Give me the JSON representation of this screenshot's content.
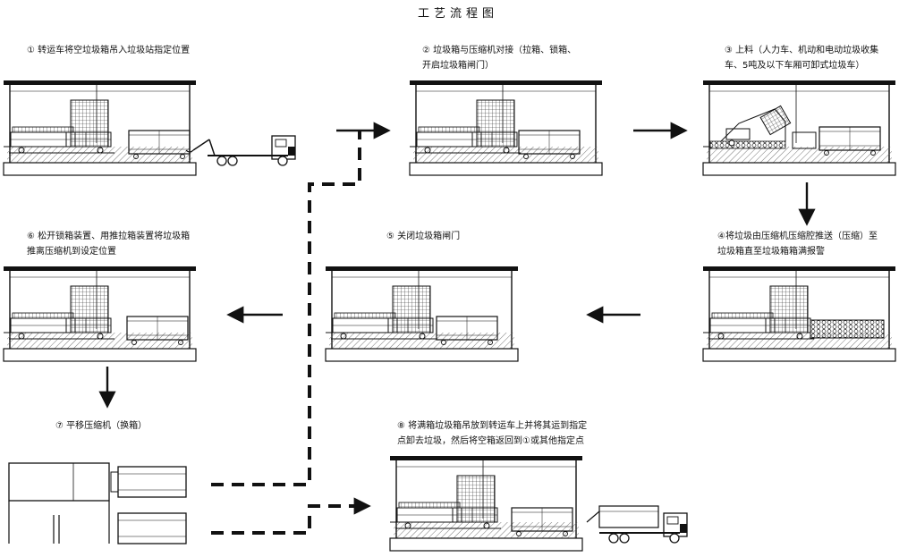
{
  "title": "工艺流程图",
  "steps": [
    {
      "label": "① 转运车将空垃圾箱吊入垃圾站指定位置"
    },
    {
      "label": "② 垃圾箱与压缩机对接（拉箱、锁箱、\n开启垃圾箱闸门）"
    },
    {
      "label": "③ 上料（人力车、机动和电动垃圾收集\n车、5吨及以下车厢可卸式垃圾车）"
    },
    {
      "label": "④将垃圾由压缩机压缩腔推送（压缩）至\n垃圾箱直至垃圾箱箱满报警"
    },
    {
      "label": "⑤ 关闭垃圾箱闸门"
    },
    {
      "label": "⑥ 松开锁箱装置、用推拉箱装置将垃圾箱\n推离压缩机到设定位置"
    },
    {
      "label": "⑦ 平移压缩机（换箱）"
    },
    {
      "label": "⑧ 将满箱垃圾箱吊放到转运车上并将其运到指定\n点卸去垃圾，然后将空箱返回到①或其他指定点"
    }
  ],
  "colors": {
    "line": "#111111",
    "ground_hatch": "#555555"
  }
}
